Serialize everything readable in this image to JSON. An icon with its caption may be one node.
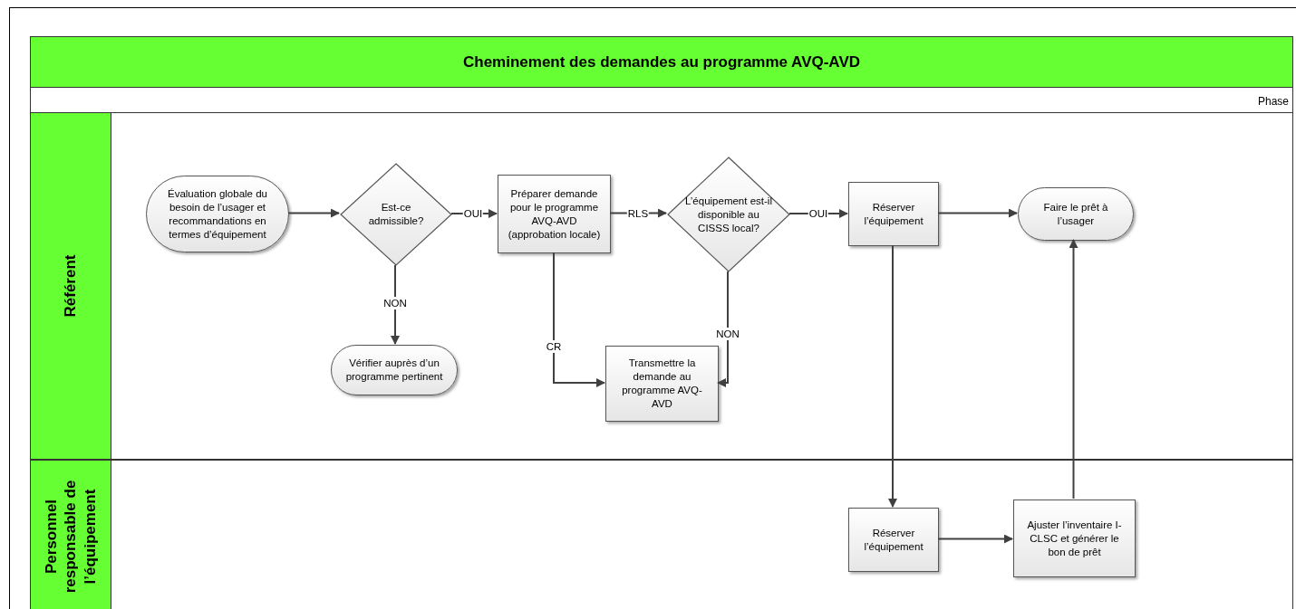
{
  "diagram": {
    "title": "Cheminement des demandes au programme AVQ-AVD",
    "nodes": [
      {
        "text": [
          "Référent"
        ]
      },
      {
        "text": [
          "Évaluation globale du besoin de l’usager et recommandations en termes d’équipement"
        ],
        "in": 0
      },
      {
        "text": [
          "Est-ce admissible?"
        ],
        "in": 0
      },
      {
        "text": [
          "Préparer demande pour le programme AVQ-AVD (approbation locale)"
        ],
        "in": 0
      },
      {
        "text": [
          "L’équipement est-il disponible au CISSS local?"
        ],
        "in": 0
      },
      {
        "text": [
          "Réserver l’équipement"
        ],
        "in": 0
      },
      {
        "text": [
          "Faire le prêt à l’usager"
        ],
        "in": 0
      },
      {
        "text": [
          "Vérifier auprès d’un programme pertinent"
        ],
        "in": 0
      },
      {
        "text": [
          "Transmettre la demande au programme AVQ-AVD"
        ],
        "in": 0
      },
      {
        "text": [
          "Personnel responsable de l’équipement"
        ]
      },
      {
        "text": [
          "Réserver l’équipement"
        ],
        "in": 9
      },
      {
        "text": [
          "Ajuster l’inventaire I-CLSC et générer le bon de prêt"
        ],
        "in": 9
      }
    ],
    "edges": [
      {
        "from": 1,
        "to": 2,
        "arrow": "to"
      },
      {
        "from": 2,
        "to": 3,
        "arrow": "to",
        "label": "OUI"
      },
      {
        "from": 2,
        "to": 7,
        "arrow": "to",
        "label": "NON"
      },
      {
        "from": 3,
        "to": 4,
        "arrow": "to",
        "label": "RLS"
      },
      {
        "from": 3,
        "to": 8,
        "arrow": "to",
        "label": "CR"
      },
      {
        "from": 4,
        "to": 5,
        "arrow": "to",
        "label": "OUI"
      },
      {
        "from": 4,
        "to": 8,
        "arrow": "to",
        "label": "NON"
      },
      {
        "from": 5,
        "to": 6,
        "arrow": "to"
      },
      {
        "from": 5,
        "to": 10,
        "arrow": "to"
      },
      {
        "from": 10,
        "to": 11,
        "arrow": "to"
      },
      {
        "from": 11,
        "to": 6,
        "arrow": "to"
      }
    ],
    "labels": [
      "Phase"
    ]
  }
}
